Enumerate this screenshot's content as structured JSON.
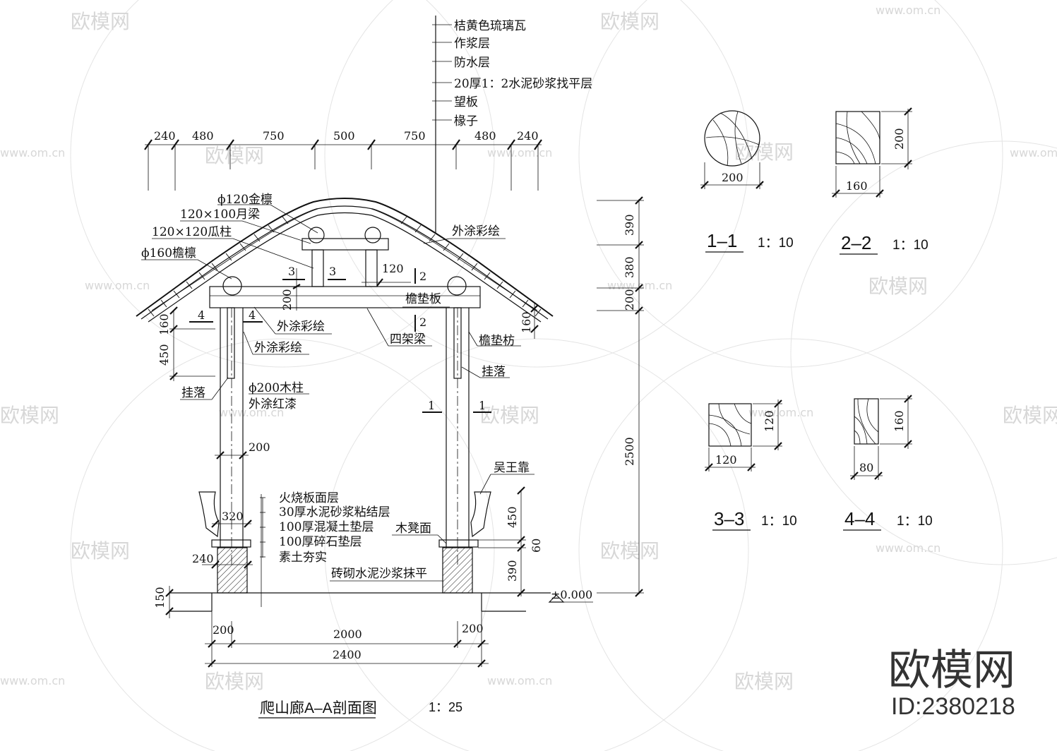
{
  "watermark": {
    "text": "欧模网",
    "url": "www.om.cn",
    "brand": "欧模网",
    "id": "ID:2380218"
  },
  "roof_layers": [
    "桔黄色琉璃瓦",
    "作浆层",
    "防水层",
    "20厚1：2水泥砂浆找平层",
    "望板",
    "椽子"
  ],
  "top_dims": [
    "240",
    "480",
    "750",
    "500",
    "750",
    "480",
    "240"
  ],
  "labels": {
    "purlin_gold": "ϕ120金檩",
    "moon_beam": "120×100月梁",
    "melon_post": "120×120瓜柱",
    "eave_purlin": "ϕ160檐檩",
    "paint_roof": "外涂彩绘",
    "paint_left1": "外涂彩绘",
    "paint_left2": "外涂彩绘",
    "eave_board": "檐垫板",
    "four_beam": "四架梁",
    "eave_tie": "檐垫枋",
    "hanging_left": "挂落",
    "hanging_right": "挂落",
    "column": "ϕ200木柱",
    "column_paint": "外涂红漆",
    "wuwang": "吴王靠",
    "bench": "木凳面",
    "brick": "砖砌水泥沙浆抹平",
    "elevation": "±0.000"
  },
  "floor_layers": [
    "火烧板面层",
    "30厚水泥砂浆粘结层",
    "100厚混凝土垫层",
    "100厚碎石垫层",
    "素土夯实"
  ],
  "inner_dims": {
    "d120": "120",
    "d200": "200",
    "d160l": "160",
    "d450l": "450",
    "d160r": "160",
    "col200": "200",
    "d320": "320",
    "d240": "240",
    "d150": "150",
    "d450r": "450",
    "d60": "60",
    "d390r": "390"
  },
  "right_dims": [
    "390",
    "380",
    "200",
    "2500"
  ],
  "bottom_dims": {
    "left": "200",
    "mid": "2000",
    "right": "200",
    "total": "2400"
  },
  "section_marks": {
    "s3": "3",
    "s2": "2",
    "s4": "4",
    "s1": "1"
  },
  "title": {
    "main": "爬山廊A–A剖面图",
    "scale": "1：25"
  },
  "details": [
    {
      "id": "1–1",
      "scale": "1：10",
      "dim1": "200"
    },
    {
      "id": "2–2",
      "scale": "1：10",
      "dim1": "160",
      "dim2": "200"
    },
    {
      "id": "3–3",
      "scale": "1：10",
      "dim1": "120",
      "dim2": "120"
    },
    {
      "id": "4–4",
      "scale": "1：10",
      "dim1": "80",
      "dim2": "160"
    }
  ]
}
